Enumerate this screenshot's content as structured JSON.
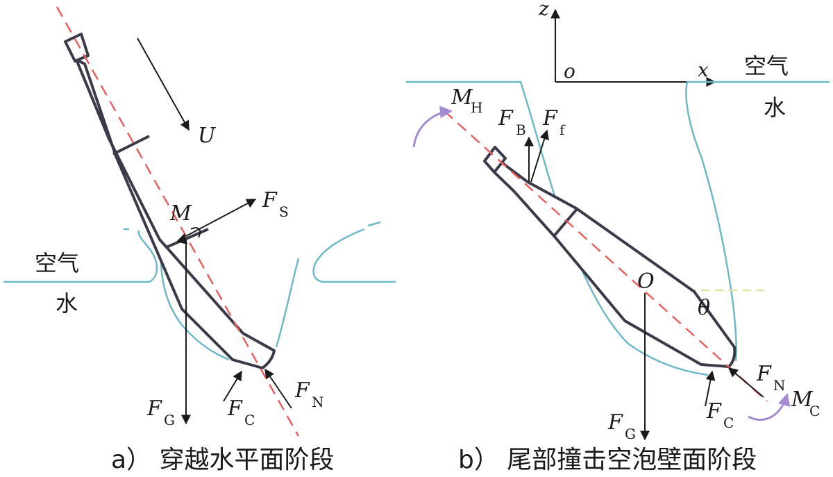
{
  "panel_a": {
    "caption": "a）  穿越水平面阶段",
    "air_label": "空气",
    "water_label": "水",
    "labels": {
      "U": "U",
      "M": "M",
      "FS_main": "F",
      "FS_sub": "S",
      "FG_main": "F",
      "FG_sub": "G",
      "FC_main": "F",
      "FC_sub": "C",
      "FN_main": "F",
      "FN_sub": "N"
    }
  },
  "panel_b": {
    "caption": "b）  尾部撞击空泡壁面阶段",
    "air_label": "空气",
    "water_label": "水",
    "axes": {
      "z": "z",
      "o": "o",
      "x": "x"
    },
    "labels": {
      "MH_main": "M",
      "MH_sub": "H",
      "FB_main": "F",
      "FB_sub": "B",
      "Ff_main": "F",
      "Ff_sub": "f",
      "O": "O",
      "theta": "θ",
      "FN_main": "F",
      "FN_sub": "N",
      "MC_main": "M",
      "MC_sub": "C",
      "FG_main": "F",
      "FG_sub": "G",
      "FC_main": "F",
      "FC_sub": "C"
    }
  },
  "colors": {
    "water_line": "#6fb8c8",
    "axis_line": "#e86060",
    "moment_arc": "#a48ad0",
    "theta_ref": "#d8e6a0",
    "outline": "#3a3a48"
  }
}
